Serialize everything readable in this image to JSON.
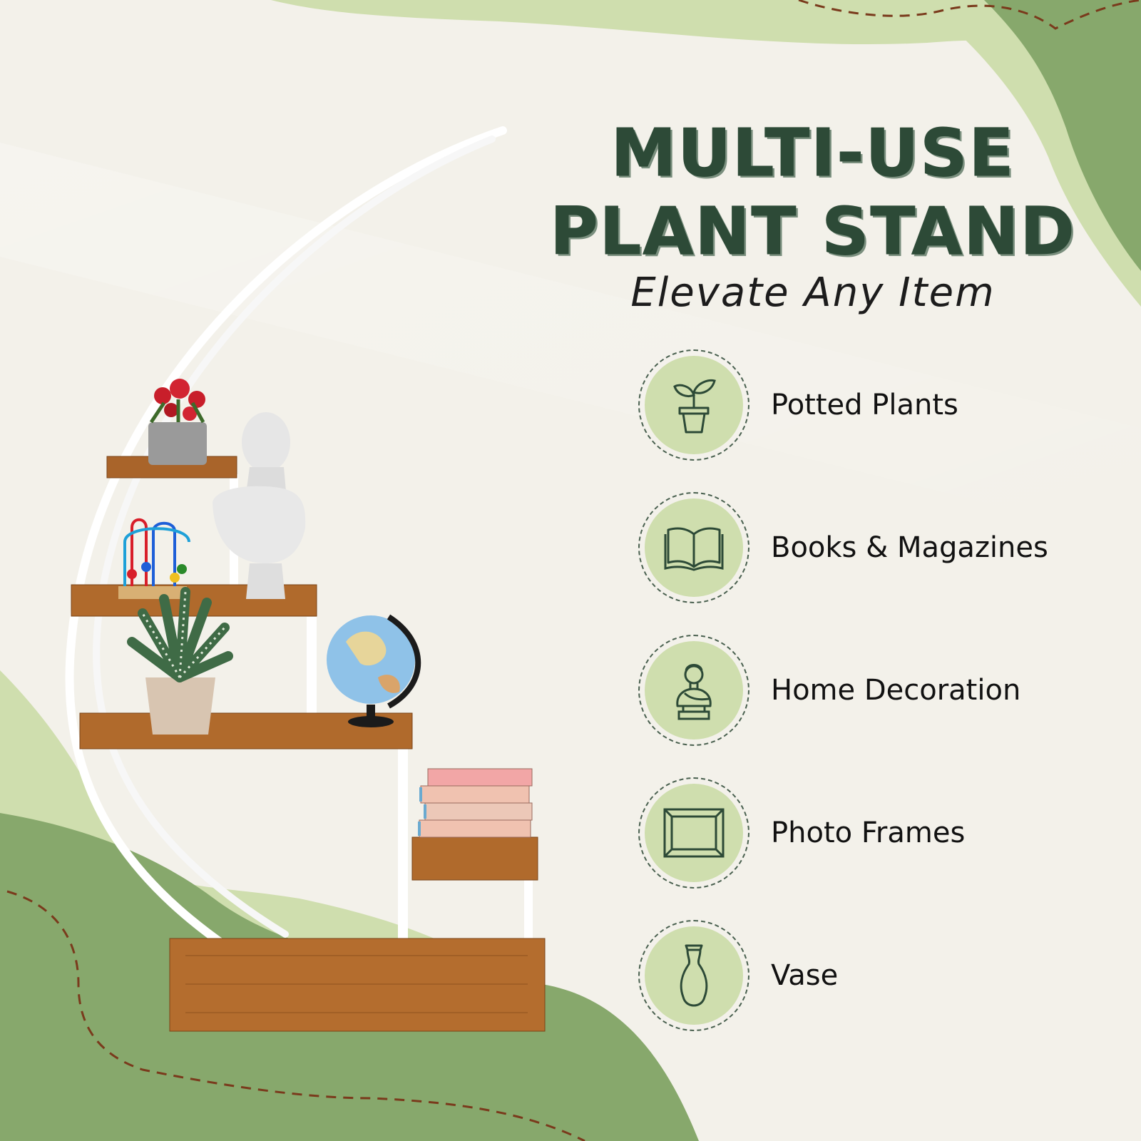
{
  "title_lines": [
    "MULTI-USE",
    "PLANT STAND"
  ],
  "subtitle": "Elevate Any Item",
  "features": [
    {
      "label": "Potted Plants",
      "icon": "potted-plant-icon"
    },
    {
      "label": "Books & Magazines",
      "icon": "open-book-icon"
    },
    {
      "label": "Home Decoration",
      "icon": "bust-statue-icon"
    },
    {
      "label": "Photo Frames",
      "icon": "photo-frame-icon"
    },
    {
      "label": "Vase",
      "icon": "vase-icon"
    }
  ],
  "colors": {
    "background": "#f3f1ea",
    "accent_green": "#87a86c",
    "light_green": "#cfdeae",
    "title_green": "#2d4a37",
    "wood": "#a9642a"
  }
}
